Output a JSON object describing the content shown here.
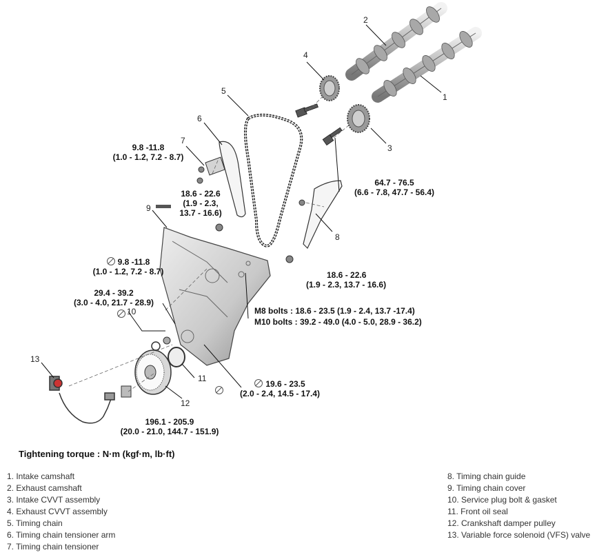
{
  "callouts": {
    "c1": "1",
    "c2": "2",
    "c3": "3",
    "c4": "4",
    "c5": "5",
    "c6": "6",
    "c7": "7",
    "c8": "8",
    "c9": "9",
    "c10": "10",
    "c11": "11",
    "c12": "12",
    "c13": "13"
  },
  "torques": {
    "t_7_a": "9.8 -11.8",
    "t_7_b": "(1.0 - 1.2, 7.2 - 8.7)",
    "t_6_a": "18.6 - 22.6",
    "t_6_b": "(1.9 - 2.3,",
    "t_6_c": "13.7 - 16.6)",
    "t_3_a": "64.7 - 76.5",
    "t_3_b": "(6.6 - 7.8, 47.7 - 56.4)",
    "t_8_a": "18.6 - 22.6",
    "t_8_b": "(1.9 - 2.3, 13.7 - 16.6)",
    "t_9_a": "9.8 -11.8",
    "t_9_b": "(1.0 - 1.2, 7.2 - 8.7)",
    "t_10_a": "29.4 - 39.2",
    "t_10_b": "(3.0 - 4.0, 21.7 - 28.9)",
    "m8": "M8 bolts : 18.6 - 23.5 (1.9 - 2.4, 13.7 -17.4)",
    "m10": "M10 bolts : 39.2 - 49.0 (4.0 - 5.0, 28.9 - 36.2)",
    "t_11_a": "19.6 - 23.5",
    "t_11_b": "(2.0 - 2.4, 14.5 - 17.4)",
    "t_12_a": "196.1 - 205.9",
    "t_12_b": "(20.0 - 21.0, 144.7 - 151.9)"
  },
  "legend": {
    "title": "Tightening torque : N·m (kgf·m, lb·ft)",
    "left": [
      "1. Intake camshaft",
      "2. Exhaust camshaft",
      "3. Intake CVVT assembly",
      "4. Exhaust CVVT assembly",
      "5. Timing chain",
      "6. Timing chain tensioner arm",
      "7. Timing chain tensioner"
    ],
    "right": [
      "8. Timing chain guide",
      "9. Timing chain cover",
      "10. Service plug bolt & gasket",
      "11. Front oil seal",
      "12. Crankshaft damper pulley",
      "13. Variable force solenoid (VFS) valve"
    ]
  }
}
